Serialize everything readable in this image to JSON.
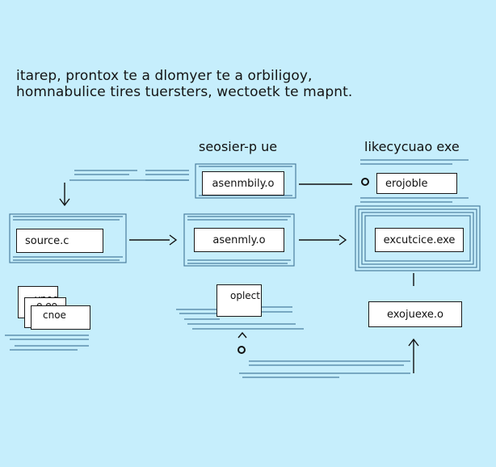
{
  "title": {
    "line1": "itarep, prontox te a dlomyer te a orbiligoy,",
    "line2": "homnabulice tires tuersters, wectoetk te mapnt."
  },
  "headers": {
    "middle": "seosier-p ue",
    "right": "likecycuao exe"
  },
  "boxes": {
    "source": "source.c",
    "assembly_top": "asenmbily.o",
    "assembly_mid": "asenmly.o",
    "executable_top": "erojoble",
    "executable_main": "excutcice.exe",
    "executable_small": "exojuexe.o",
    "object": "oplect",
    "stack_front": "cnoe",
    "stack_mid": "e eo",
    "stack_back": "vpoe"
  },
  "colors": {
    "background": "#c6eefc",
    "line": "#4a7fa0",
    "border": "#1a1a1a"
  }
}
